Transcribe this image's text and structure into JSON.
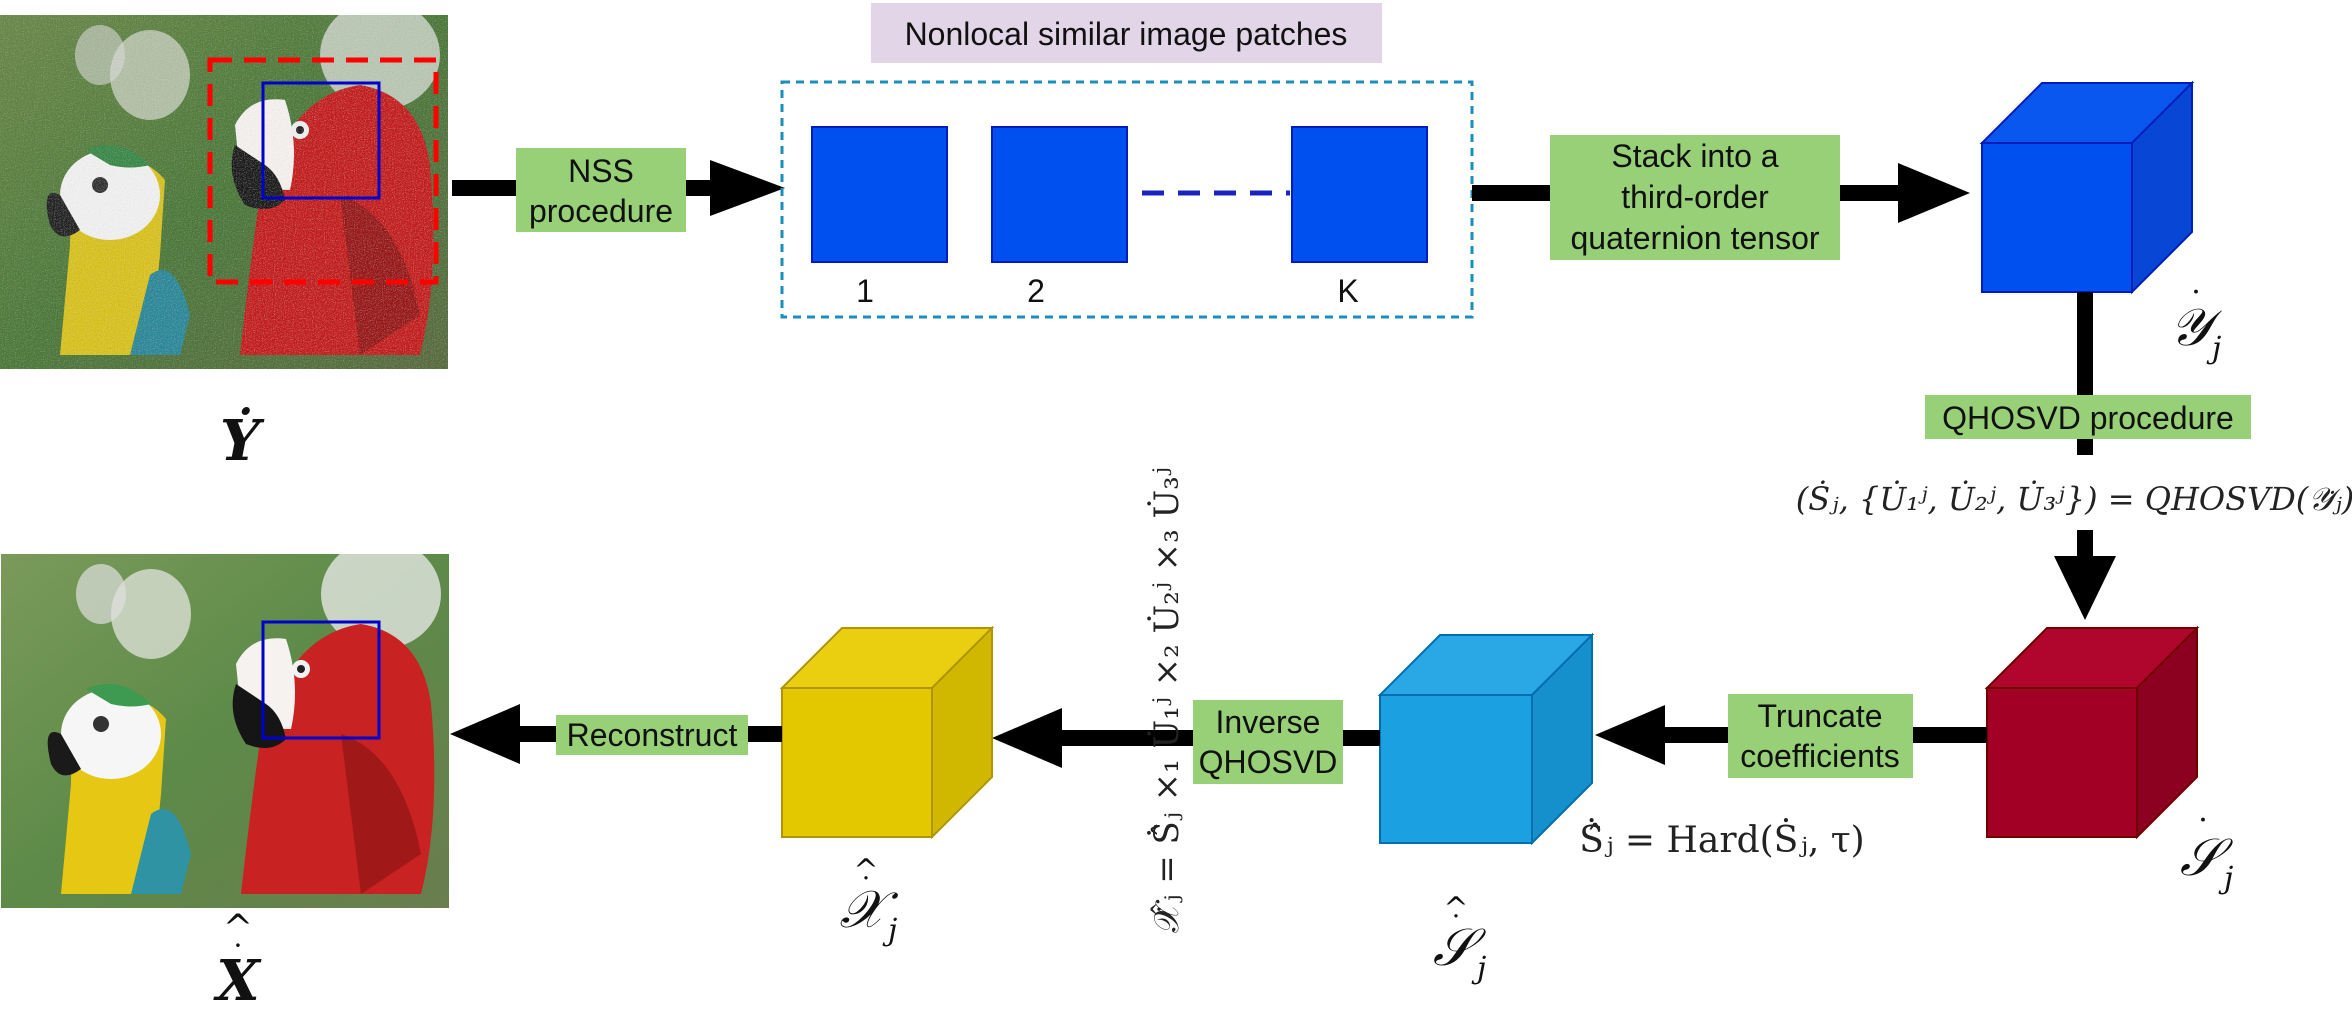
{
  "top_title": "Nonlocal similar image patches",
  "steps": {
    "nss": [
      "NSS",
      "procedure"
    ],
    "stack": [
      "Stack into a",
      "third-order",
      "quaternion tensor"
    ],
    "qhosvd": "QHOSVD procedure",
    "truncate": [
      "Truncate",
      "coefficients"
    ],
    "inverse": [
      "Inverse",
      "QHOSVD"
    ],
    "reconstruct": "Reconstruct"
  },
  "patch_numbers": [
    "1",
    "2",
    "K"
  ],
  "symbols": {
    "noisy_image": "Ẏ",
    "denoised_image": "X",
    "tensor_y": "𝒴",
    "tensor_s": "𝒮",
    "tensor_s_hat": "𝒮",
    "tensor_x_hat": "𝒳",
    "subscript_j": "j"
  },
  "equations": {
    "qhosvd": "(Ṡⱼ, {U̇₁ʲ, U̇₂ʲ, U̇₃ʲ}) = QHOSVD(𝒴̇ⱼ)",
    "hard": "Ṡ̂ⱼ = Hard(Ṡⱼ, τ)",
    "inverse": "𝒳̇̂ⱼ = Ṡ̂ⱼ ×₁ U̇₁ʲ ×₂ U̇₂ʲ ×₃ U̇₃ʲ"
  },
  "colors": {
    "patch_blue": "#0050ef",
    "cube_blue": "#0050ef",
    "cube_red": "#a20025",
    "cube_light_blue": "#1ba1e2",
    "cube_yellow": "#e3c800",
    "step_green": "#97d077",
    "title_purple": "#e1d5e7",
    "dashed_box": "#1a8fbf",
    "select_red": "#ff0000",
    "select_blue": "#0000cc"
  }
}
